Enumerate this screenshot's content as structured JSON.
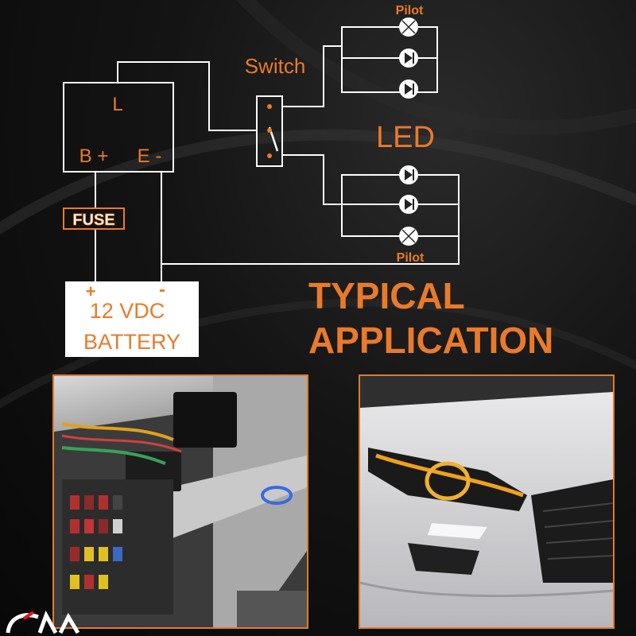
{
  "colors": {
    "accent": "#e97a2c",
    "line": "#ffffff",
    "background": "#0c0c0c"
  },
  "diagram": {
    "module": {
      "l_label": "L",
      "b_label": "B +",
      "e_label": "E -"
    },
    "fuse_label": "FUSE",
    "battery": {
      "plus": "+",
      "minus": "-",
      "line1": "12 VDC",
      "line2": "BATTERY"
    },
    "switch_label": "Switch",
    "led_label": "LED",
    "pilot_top": "Pilot",
    "pilot_bottom": "Pilot"
  },
  "heading": {
    "line1": "TYPICAL",
    "line2": "APPLICATION"
  },
  "photos": {
    "left": {
      "subject": "car-interior-fuse-box"
    },
    "right": {
      "subject": "white-car-headlight-with-led-drl"
    }
  },
  "icons": {
    "pilot": "pilot-lamp-icon",
    "led": "led-diode-icon"
  }
}
